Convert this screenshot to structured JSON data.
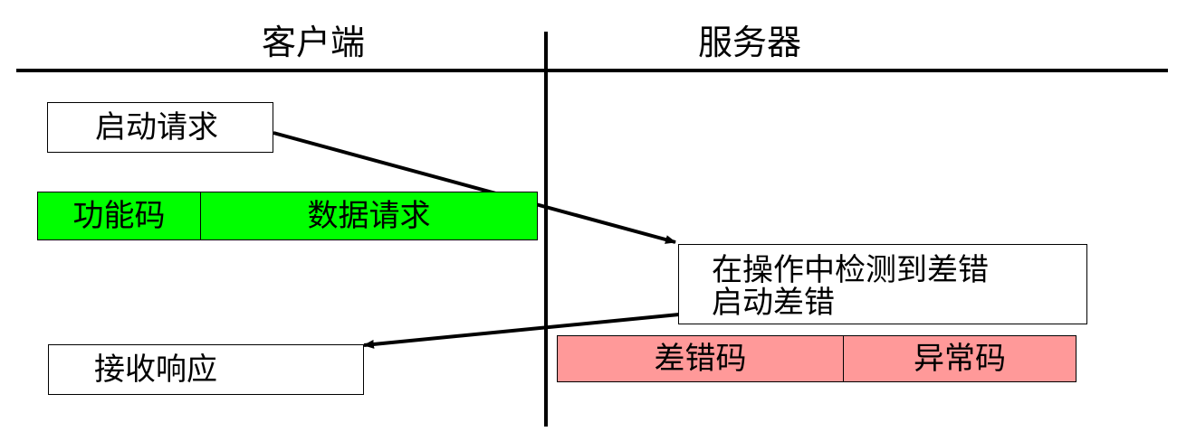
{
  "headers": {
    "client": "客户端",
    "server": "服务器"
  },
  "client": {
    "start_request": "启动请求",
    "request_frame": {
      "function_code": "功能码",
      "data_request": "数据请求"
    },
    "receive_response": "接收响应"
  },
  "server": {
    "error_detected": {
      "line1": "在操作中检测到差错",
      "line2": "启动差错"
    },
    "error_frame": {
      "error_code": "差错码",
      "exception_code": "异常码"
    }
  },
  "colors": {
    "request_frame": "#00ff00",
    "error_frame": "#ff9999",
    "lines": "#000000"
  }
}
